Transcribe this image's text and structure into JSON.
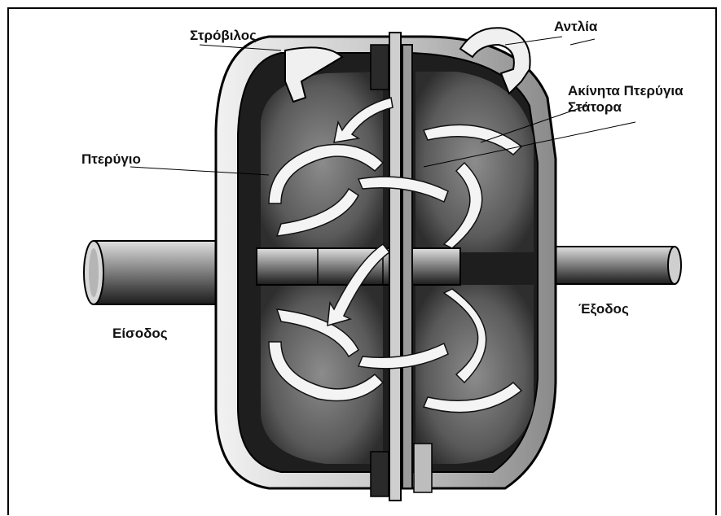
{
  "labels": {
    "turbine": "Στρόβιλος",
    "pump": "Αντλία",
    "stator_line1": "Ακίνητα Πτερύγια",
    "stator_line2": "Στάτορα",
    "blade": "Πτερύγιο",
    "inlet": "Είσοδος",
    "outlet": "Έξοδος"
  }
}
